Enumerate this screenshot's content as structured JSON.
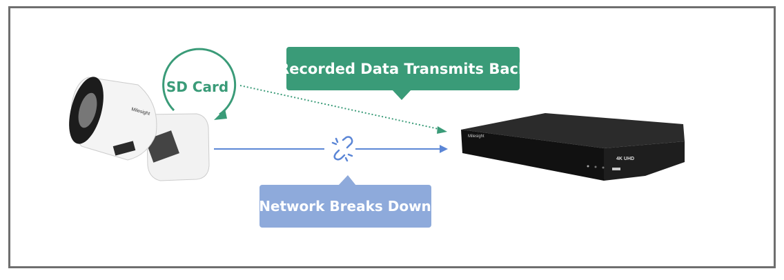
{
  "labels": {
    "sd_card": "SD Card",
    "recorded": "Recorded Data Transmits Back",
    "network": "Network Breaks Down"
  },
  "devices": {
    "camera_brand": "Milesight",
    "nvr_brand": "Milesight",
    "nvr_badge": "4K UHD"
  },
  "icons": [
    "ip-camera-icon",
    "nvr-icon",
    "broken-link-icon",
    "circular-arrow-icon"
  ],
  "colors": {
    "green": "#3a9b78",
    "blue_label": "#8eaadb",
    "blue_line": "#5b86d6",
    "frame": "#6e6e6e"
  }
}
